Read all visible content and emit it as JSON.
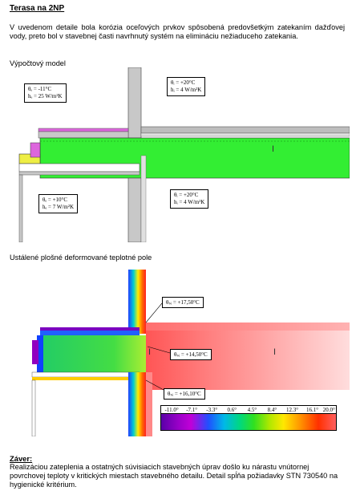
{
  "title": "Terasa na 2NP",
  "intro": "V uvedenom detaile bola korózia oceľových prvkov spôsobená predovšetkým zatekaním dažďovej vody, preto bol v stavebnej časti navrhnutý systém na elimináciu nežiaduceho zatekania.",
  "model_label": "Výpočtový model",
  "model_boxes": [
    {
      "l1": "θₑ = -11°C",
      "l2": "hₑ = 25 W/m²K"
    },
    {
      "l1": "θᵢ = +20°C",
      "l2": "hᵢ = 4 W/m²K"
    },
    {
      "l1": "θₑ = +10°C",
      "l2": "hₑ = 7 W/m²K"
    },
    {
      "l1": "θᵢ = +20°C",
      "l2": "hᵢ = 4 W/m²K"
    }
  ],
  "field_label": "Ustálené plošné deformované teplotné pole",
  "field_annotations": [
    "θₛᵢ = +17,50°C",
    "θₛᵢ = +14,50°C",
    "θₛᵢ = +16,10°C"
  ],
  "scale": {
    "ticks": [
      "-11.0°",
      "-7.1°",
      "-3.3°",
      "0.6°",
      "4.5°",
      "8.4°",
      "12.3°",
      "16.1°",
      "20.0°"
    ]
  },
  "conclusion_heading": "Záver:",
  "conclusion": "Realizáciou zateplenia a ostatných súvisiacich stavebných úprav došlo ku nárastu vnútornej povrchovej teploty v kritických miestach stavebného detailu. Detail spĺňa požiadavky STN 730540 na hygienické kritérium.",
  "colors": {
    "insulation": "#33ee33",
    "membrane": "#dd66dd",
    "steel": "#eeee44",
    "concrete": "#c8c8c8",
    "cold": "#5a00a8",
    "warm": "#ff4040"
  }
}
